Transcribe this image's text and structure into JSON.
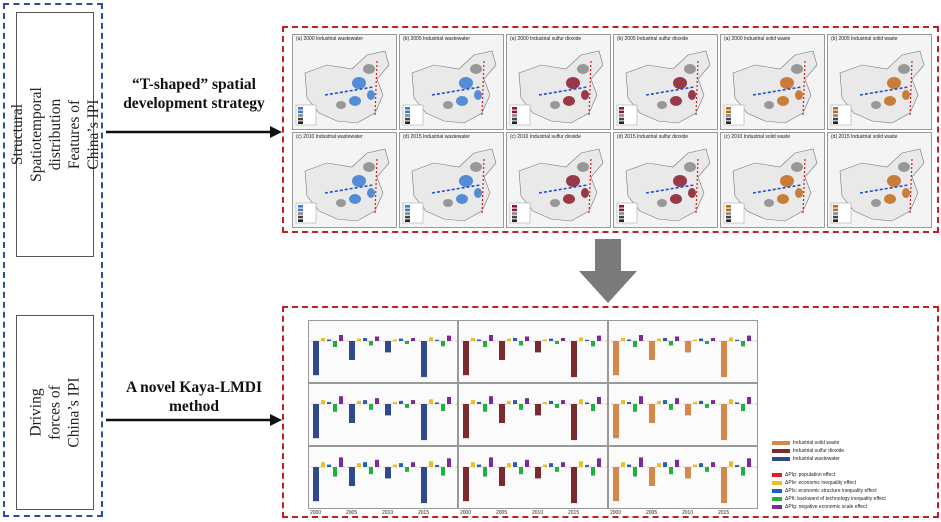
{
  "left": {
    "top_box": "Structural Spatiotemporal distribution Features of China’s IPI",
    "bottom_box": "Driving forces of China’s IPI"
  },
  "labels": {
    "top_line1": "“T-shaped” spatial",
    "top_line2": "development strategy",
    "bottom_line1": "A novel Kaya-LMDI",
    "bottom_line2": "method"
  },
  "maps": [
    {
      "title": "(a) 2000 Industrial wastewater",
      "accent": "#3a7bd5"
    },
    {
      "title": "(b) 2005 Industrial wastewater",
      "accent": "#3a7bd5"
    },
    {
      "title": "(a) 2000 Industrial sulfur dioxide",
      "accent": "#8b1a2b"
    },
    {
      "title": "(b) 2005 Industrial sulfur dioxide",
      "accent": "#8b1a2b"
    },
    {
      "title": "(a) 2000 Industrial solid waste",
      "accent": "#c46a1b"
    },
    {
      "title": "(b) 2005 Industrial solid waste",
      "accent": "#c46a1b"
    },
    {
      "title": "(c) 2010 Industrial wastewater",
      "accent": "#3a7bd5"
    },
    {
      "title": "(d) 2015 Industrial wastewater",
      "accent": "#3a7bd5"
    },
    {
      "title": "(c) 2010 Industrial sulfur dioxide",
      "accent": "#8b1a2b"
    },
    {
      "title": "(d) 2015 Industrial sulfur dioxide",
      "accent": "#8b1a2b"
    },
    {
      "title": "(c) 2010 Industrial solid waste",
      "accent": "#c46a1b"
    },
    {
      "title": "(d) 2015 Industrial solid waste",
      "accent": "#c46a1b"
    }
  ],
  "legend": {
    "series": [
      {
        "label": "Industrial solid waste",
        "color": "#d4884a"
      },
      {
        "label": "Industrial sulfur dioxide",
        "color": "#7b2a30"
      },
      {
        "label": "Industrial wastewater",
        "color": "#2e4a8c"
      }
    ],
    "effects": [
      {
        "label": "ΔPIp: population effect",
        "color": "#e02020"
      },
      {
        "label": "ΔPIe: economic inequality effect",
        "color": "#e8c020"
      },
      {
        "label": "ΔPIs: economic structure inequality effect",
        "color": "#1f5fc0"
      },
      {
        "label": "ΔPIt: backward of technology inequality effect",
        "color": "#20b040"
      },
      {
        "label": "ΔPIg: negative economic scale effect",
        "color": "#7a2a9a"
      }
    ]
  },
  "chart_groups": [
    {
      "color": "#2e4a8c"
    },
    {
      "color": "#7b2a30"
    },
    {
      "color": "#d4884a"
    }
  ],
  "years": [
    "2000",
    "2005",
    "2010",
    "2015"
  ]
}
